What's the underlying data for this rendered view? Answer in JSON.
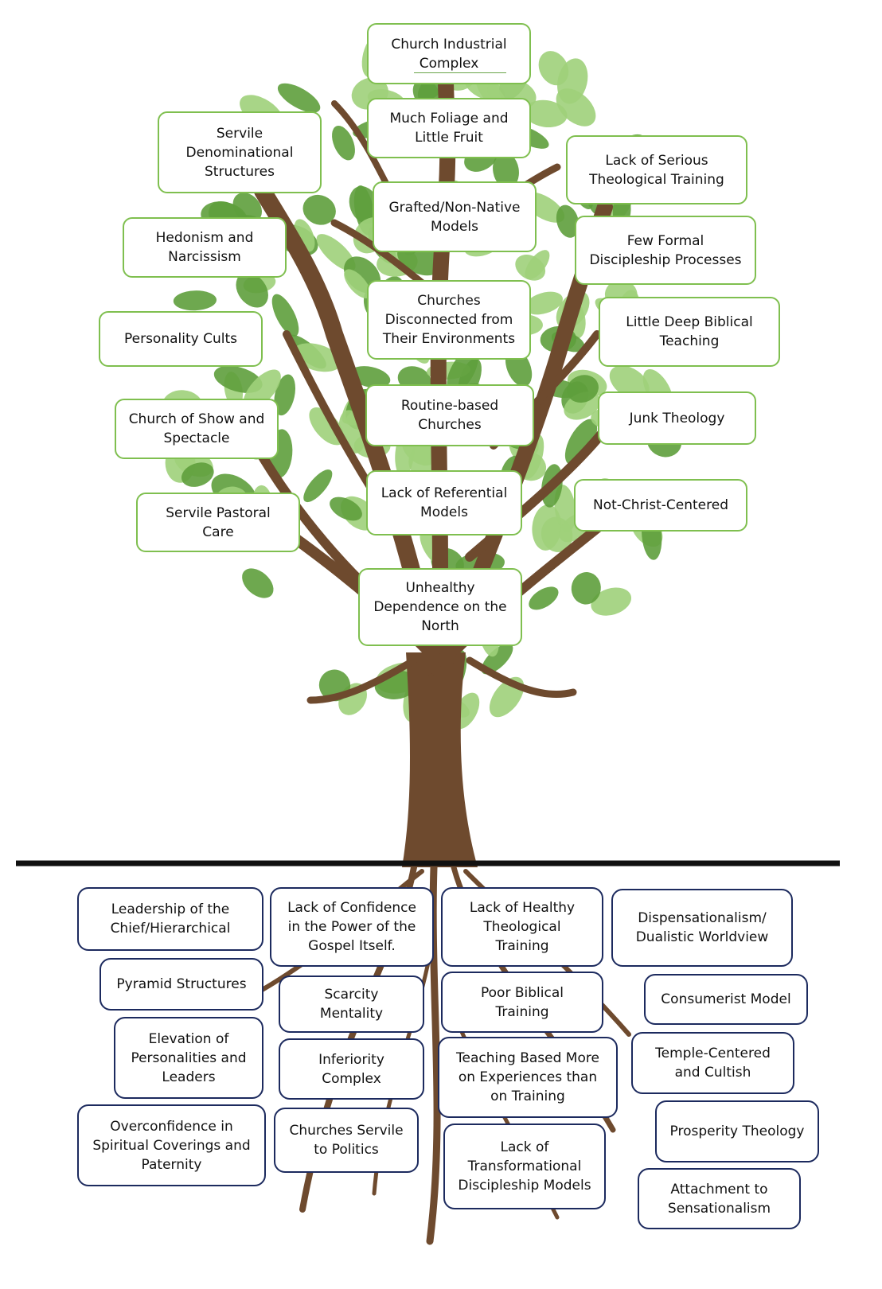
{
  "colors": {
    "leaf_light": "#9fd07a",
    "leaf_dark": "#5e9e3c",
    "trunk": "#6e4a2e",
    "leaf_box_border": "#7fbf4f",
    "root_box_border": "#1c2a5e",
    "ground_line": "#111111"
  },
  "leaf_problems": [
    "Church Industrial\nComplex",
    "Much Foliage and\nLittle Fruit",
    "Servile\nDenominational\nStructures",
    "Lack of Serious\nTheological Training",
    "Grafted/Non-Native\nModels",
    "Hedonism and\nNarcissism",
    "Few Formal\nDiscipleship Processes",
    "Churches\nDisconnected from\nTheir Environments",
    "Personality Cults",
    "Little Deep Biblical\nTeaching",
    "Routine-based\nChurches",
    "Church of Show and\nSpectacle",
    "Junk Theology",
    "Lack of Referential\nModels",
    "Servile Pastoral\nCare",
    "Not-Christ-Centered",
    "Unhealthy\nDependence on the\nNorth"
  ],
  "root_causes": [
    "Leadership of the\nChief/Hierarchical",
    "Lack of Confidence\nin the Power of the\nGospel Itself.",
    "Lack of Healthy\nTheological\nTraining",
    "Dispensationalism/\nDualistic Worldview",
    "Pyramid Structures",
    "Scarcity\nMentality",
    "Poor Biblical\nTraining",
    "Consumerist Model",
    "Elevation of\nPersonalities and\nLeaders",
    "Inferiority\nComplex",
    "Teaching Based More\non Experiences than\non Training",
    "Temple-Centered\nand Cultish",
    "Overconfidence in\nSpiritual Coverings and\nPaternity",
    "Churches Servile\nto Politics",
    "Lack of\nTransformational\nDiscipleship Models",
    "Prosperity Theology",
    "Attachment to\nSensationalism"
  ]
}
